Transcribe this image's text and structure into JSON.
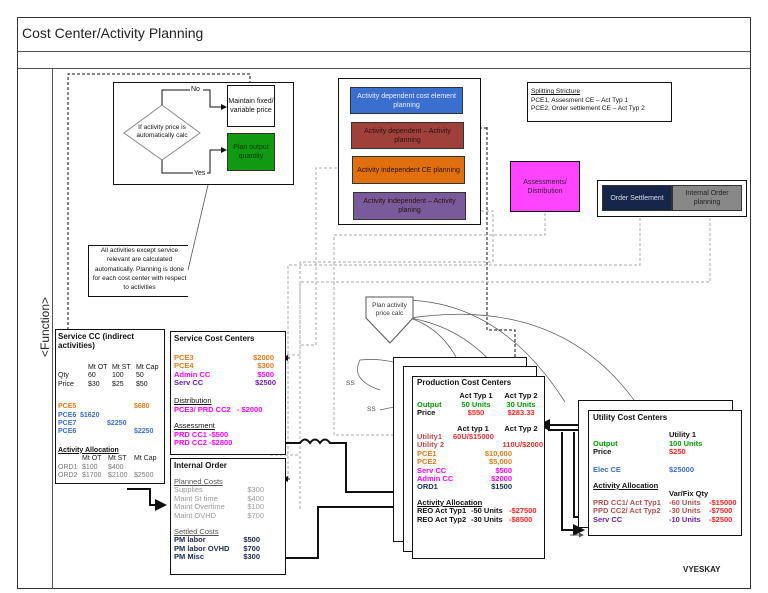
{
  "header": {
    "title": "Cost Center/Activity Planning"
  },
  "lane": {
    "label": "<Function>"
  },
  "colors": {
    "green": "#009900",
    "blue": "#3a6fc4",
    "orange": "#e07b1a",
    "magenta": "#ff00ff",
    "purple": "#6a3fa0",
    "red": "#ff2020",
    "brown_red": "#a04040",
    "navy": "#1a2a4a",
    "gray": "#888888"
  },
  "decision": {
    "question": "If activity price is automatically calc",
    "no_label": "No",
    "yes_label": "Yes",
    "no_target": "Maintain fixed/ variable price",
    "yes_target": "Plan output quantity"
  },
  "note": {
    "text": "All activities except service relevant are calculated automatically. Planning is done for each cost center with respect to activities"
  },
  "planning_types": [
    {
      "label": "Activity dependent cost element planning",
      "color": "#3a6fd0"
    },
    {
      "label": "Activity dependent – Activity planning",
      "color": "#a0403a"
    },
    {
      "label": "Activity independent CE planning",
      "color": "#e0700e"
    },
    {
      "label": "Activity independent – Activity planing",
      "color": "#7a5a9a"
    }
  ],
  "splitting": {
    "title": "Splitting Stricture",
    "lines": [
      "PCE1, Assesment CE – Act Typ 1",
      "PCE2, Order settlement CE – Act Typ 2"
    ]
  },
  "assessments": {
    "label": "Assessments/ Distribution"
  },
  "order_settlement": {
    "label": "Order Settlement"
  },
  "internal_order_planning": {
    "label": "Internal Order planning"
  },
  "plan_activity_price": {
    "label": "Plan activity price calc"
  },
  "ss_labels": [
    "SS",
    "SS"
  ],
  "service_cc_indirect": {
    "title": "Service CC (indirect activities)",
    "columns": [
      "Mt OT",
      "Mt ST",
      "Mt Cap"
    ],
    "rows": [
      {
        "label": "Qty",
        "values": [
          "60",
          "100",
          "50"
        ]
      },
      {
        "label": "Price",
        "values": [
          "$30",
          "$25",
          "$50"
        ]
      }
    ],
    "pce": [
      {
        "label": "PCE5",
        "value": "$680",
        "col": 2,
        "color": "orange"
      },
      {
        "label": "PCE6",
        "value": "$1620",
        "col": 0,
        "color": "blue"
      },
      {
        "label": "PCE7",
        "value": "$2250",
        "col": 1,
        "color": "blue"
      },
      {
        "label": "PCE6",
        "value": "$2250",
        "col": 2,
        "color": "blue"
      }
    ],
    "allocation_title": "Activity Allocation",
    "allocation_columns": [
      "Mt OT",
      "Mt ST",
      "Mt Cap"
    ],
    "allocation_rows": [
      {
        "label": "ORD1",
        "values": [
          "$100",
          "$400",
          ""
        ]
      },
      {
        "label": "ORD2",
        "values": [
          "$1700",
          "$2100",
          "$2500"
        ]
      }
    ]
  },
  "service_cost_centers": {
    "title": "Service Cost Centers",
    "items": [
      {
        "label": "PCE3",
        "value": "$2000",
        "color": "orange"
      },
      {
        "label": "PCE4",
        "value": "$300",
        "color": "orange"
      },
      {
        "label": "Admin CC",
        "value": "$500",
        "color": "magenta"
      },
      {
        "label": "Serv CC",
        "value": "$2500",
        "color": "purple"
      }
    ],
    "distribution_title": "Distribution",
    "distribution": "PCE3/ PRD CC2   - $2000",
    "assessment_title": "Assessment",
    "assessment": [
      "PRD CC1 -$500",
      "PRD CC2 -$2800"
    ]
  },
  "internal_order": {
    "title": "Internal Order",
    "planned_title": "Planned Costs",
    "planned": [
      {
        "label": "Supplies",
        "value": "$300"
      },
      {
        "label": "Maint St time",
        "value": "$400"
      },
      {
        "label": "Maint Overtime",
        "value": "$100"
      },
      {
        "label": "Maint OVHD",
        "value": "$700"
      }
    ],
    "settled_title": "Settled Costs",
    "settled": [
      {
        "label": "PM labor",
        "value": "$500"
      },
      {
        "label": "PM labor OVHD",
        "value": "$700"
      },
      {
        "label": "PM Misc",
        "value": "$300"
      }
    ]
  },
  "production_cost_centers": {
    "title": "Production Cost Centers",
    "act_headers": [
      "Act Typ 1",
      "Act Typ 2"
    ],
    "output_label": "Output",
    "output_values": [
      "50 Units",
      "30 Units"
    ],
    "price_label": "Price",
    "price_values": [
      "$550",
      "$283.33"
    ],
    "act_headers2": [
      "Act typ 1",
      "Act Typ 2"
    ],
    "items": [
      {
        "label": "Utility1",
        "v1": "60U/$15000",
        "v2": "",
        "color": "brown_red"
      },
      {
        "label": "Utility 2",
        "v1": "",
        "v2": "110U/$2000",
        "color": "brown_red"
      },
      {
        "label": "PCE1",
        "v1": "$10,000",
        "v2": "",
        "color": "orange"
      },
      {
        "label": "PCE2",
        "v1": "$5,000",
        "v2": "",
        "color": "orange"
      },
      {
        "label": "Serv CC",
        "v1": "$500",
        "v2": "",
        "color": "magenta"
      },
      {
        "label": "Admin CC",
        "v1": "$2000",
        "v2": "",
        "color": "magenta"
      },
      {
        "label": "ORD1",
        "v1": "$1500",
        "v2": "",
        "color": "navy"
      }
    ],
    "allocation_title": "Activity Allocation",
    "allocation": [
      {
        "label": "REO Act Typ1",
        "qty": "-50 Units",
        "amount": "-$27500"
      },
      {
        "label": "REO Act Typ2",
        "qty": "-30 Units",
        "amount": "-$8500"
      }
    ]
  },
  "utility_cost_centers": {
    "title": "Utility Cost Centers",
    "col_header": "Utility 1",
    "output_label": "Output",
    "output_value": "100 Units",
    "price_label": "Price",
    "price_value": "$250",
    "elec_label": "Elec CE",
    "elec_value": "$25000",
    "allocation_title": "Activity Allocation",
    "qty_header": "Var/Fix Qty",
    "allocation": [
      {
        "label": "PRD CC1/ Act Typ1",
        "qty": "-60 Units",
        "amount": "-$15000",
        "color": "brown_red"
      },
      {
        "label": "PPD CC2/ Act Typ2",
        "qty": "-30 Units",
        "amount": "-$7500",
        "color": "brown_red"
      },
      {
        "label": "Serv CC",
        "qty": "-10 Units",
        "amount": "-$2500",
        "color": "purple"
      }
    ]
  },
  "author": "VYESKAY"
}
